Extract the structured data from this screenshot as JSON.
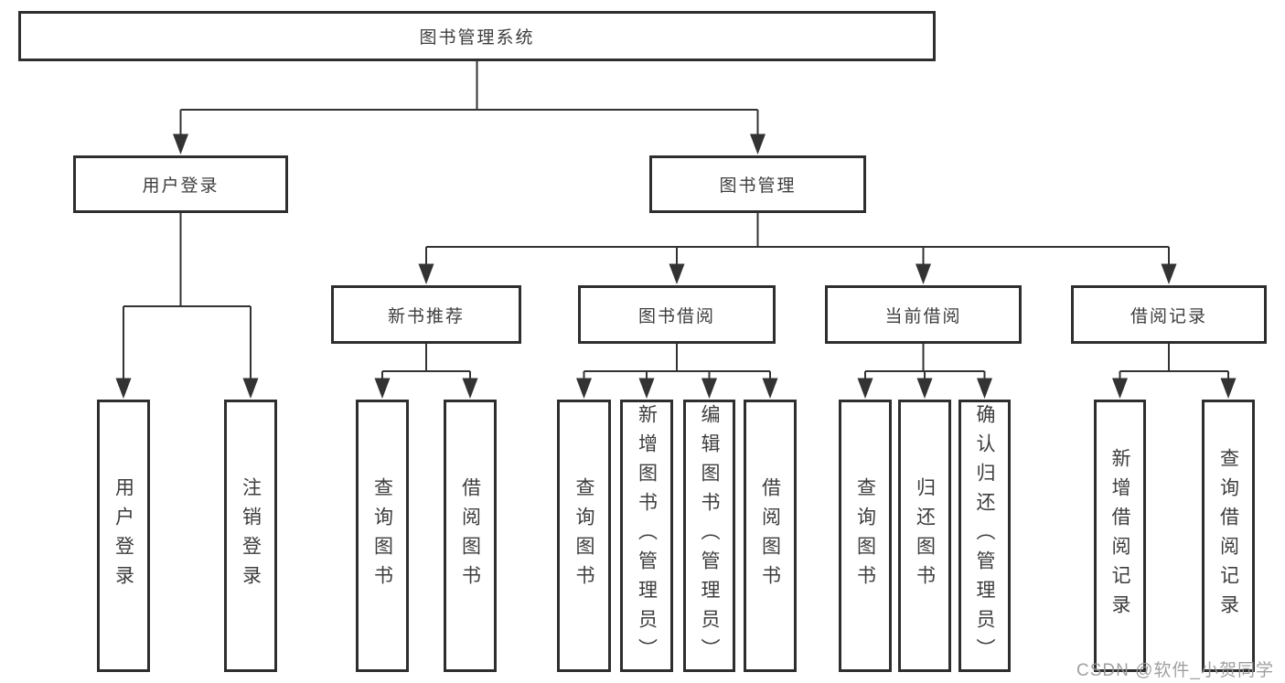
{
  "tree": {
    "root": {
      "label": "图书管理系统"
    },
    "branches": [
      {
        "label": "用户登录",
        "children": [
          {
            "label": "用户登录"
          },
          {
            "label": "注销登录"
          }
        ]
      },
      {
        "label": "图书管理",
        "children": [
          {
            "label": "新书推荐",
            "children": [
              {
                "label": "查询图书"
              },
              {
                "label": "借阅图书"
              }
            ]
          },
          {
            "label": "图书借阅",
            "children": [
              {
                "label": "查询图书"
              },
              {
                "label": "新增图书（管理员）"
              },
              {
                "label": "编辑图书（管理员）"
              },
              {
                "label": "借阅图书"
              }
            ]
          },
          {
            "label": "当前借阅",
            "children": [
              {
                "label": "查询图书"
              },
              {
                "label": "归还图书"
              },
              {
                "label": "确认归还（管理员）"
              }
            ]
          },
          {
            "label": "借阅记录",
            "children": [
              {
                "label": "新增借阅记录"
              },
              {
                "label": "查询借阅记录"
              }
            ]
          }
        ]
      }
    ]
  },
  "watermark": {
    "text": "CSDN @软件_小贺同学"
  },
  "colors": {
    "line": "#333333",
    "box_border": "#2e2e2e",
    "text": "#3d3d3d",
    "watermark": "#989898",
    "background": "#ffffff"
  }
}
